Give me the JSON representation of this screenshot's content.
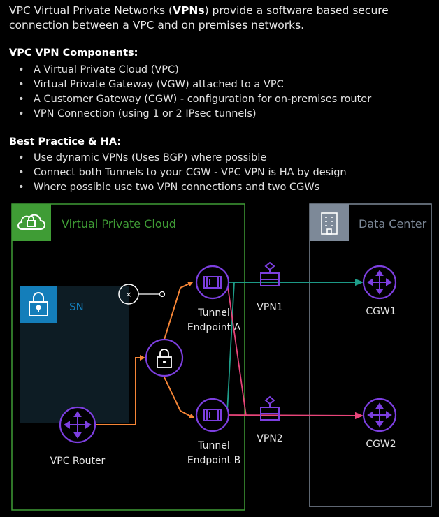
{
  "intro": {
    "prefix": "VPC Virtual Private Networks (",
    "bold": "VPNs",
    "suffix": ") provide a software based secure connection between a VPC and on premises networks."
  },
  "components": {
    "title": "VPC VPN Components:",
    "items": [
      "A Virtual Private Cloud (VPC)",
      "Virtual Private Gateway (VGW) attached to a VPC",
      "A Customer Gateway (CGW) - configuration for on-premises router",
      "VPN Connection (using 1 or 2 IPsec tunnels)"
    ]
  },
  "best_practice": {
    "title": "Best Practice & HA:",
    "items": [
      "Use dynamic VPNs (Uses BGP) where possible",
      "Connect both Tunnels to your CGW - VPC VPN is HA by design",
      "Where possible use two VPN connections and two CGWs"
    ]
  },
  "diagram": {
    "vpc_label": "Virtual Private Cloud",
    "dc_label": "Data Center",
    "subnet_label": "SN",
    "router_label": "VPC Router",
    "tunnel_a_line1": "Tunnel",
    "tunnel_a_line2": "Endpoint A",
    "tunnel_b_line1": "Tunnel",
    "tunnel_b_line2": "Endpoint B",
    "vpn1_label": "VPN1",
    "vpn2_label": "VPN2",
    "cgw1_label": "CGW1",
    "cgw2_label": "CGW2",
    "colors": {
      "vpc_green": "#3f9c35",
      "dc_gray": "#7d8998",
      "subnet_blue": "#147eba",
      "purple": "#7d3fe0",
      "orange": "#f58536",
      "teal": "#1e9e8a",
      "pink": "#e8457a"
    },
    "icons": [
      "cloud-lock-icon",
      "building-icon",
      "padlock-icon",
      "router-icon",
      "vpn-gateway-icon",
      "lock-icon"
    ]
  }
}
